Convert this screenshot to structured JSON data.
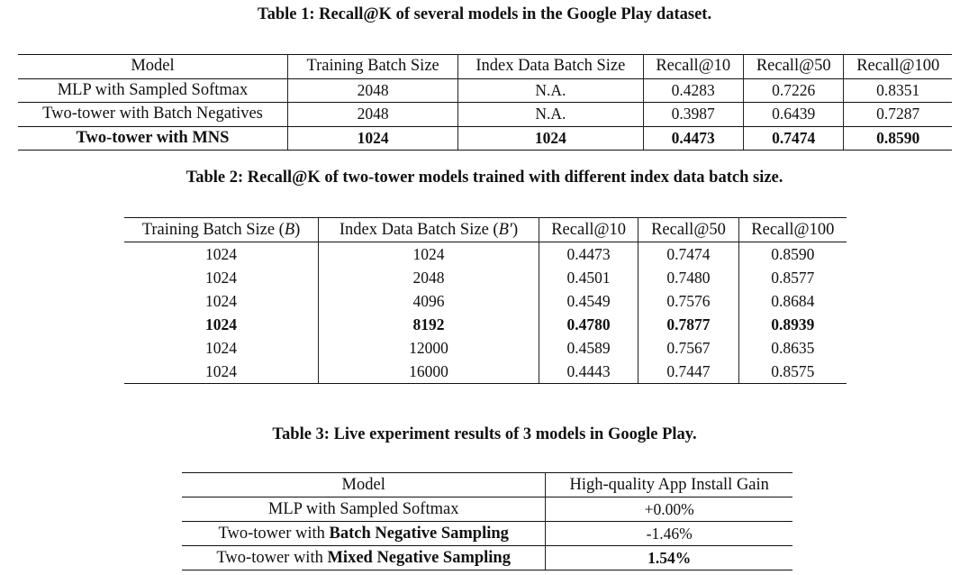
{
  "table1": {
    "caption": "Table 1: Recall@K of several models in the Google Play dataset.",
    "headers": [
      "Model",
      "Training Batch Size",
      "Index Data Batch Size",
      "Recall@10",
      "Recall@50",
      "Recall@100"
    ],
    "rows": [
      [
        "MLP with Sampled Softmax",
        "2048",
        "N.A.",
        "0.4283",
        "0.7226",
        "0.8351"
      ],
      [
        "Two-tower with Batch Negatives",
        "2048",
        "N.A.",
        "0.3987",
        "0.6439",
        "0.7287"
      ],
      [
        "Two-tower with MNS",
        "1024",
        "1024",
        "0.4473",
        "0.7474",
        "0.8590"
      ]
    ]
  },
  "table2": {
    "caption": "Table 2: Recall@K of two-tower models trained with different index data batch size.",
    "headers": {
      "training_prefix": "Training Batch Size (",
      "training_var": "B",
      "training_suffix": ")",
      "index_prefix": "Index Data Batch Size (",
      "index_var": "B′",
      "index_suffix": ")",
      "r10": "Recall@10",
      "r50": "Recall@50",
      "r100": "Recall@100"
    },
    "rows": [
      [
        "1024",
        "1024",
        "0.4473",
        "0.7474",
        "0.8590"
      ],
      [
        "1024",
        "2048",
        "0.4501",
        "0.7480",
        "0.8577"
      ],
      [
        "1024",
        "4096",
        "0.4549",
        "0.7576",
        "0.8684"
      ],
      [
        "1024",
        "8192",
        "0.4780",
        "0.7877",
        "0.8939"
      ],
      [
        "1024",
        "12000",
        "0.4589",
        "0.7567",
        "0.8635"
      ],
      [
        "1024",
        "16000",
        "0.4443",
        "0.7447",
        "0.8575"
      ]
    ]
  },
  "table3": {
    "caption": "Table 3: Live experiment results of 3 models in Google Play.",
    "headers": [
      "Model",
      "High-quality App Install Gain"
    ],
    "rows": [
      {
        "prefix": "MLP with Sampled Softmax",
        "bold": "",
        "gain": "+0.00%"
      },
      {
        "prefix": "Two-tower with ",
        "bold": "Batch Negative Sampling",
        "gain": "-1.46%"
      },
      {
        "prefix": "Two-tower with ",
        "bold": "Mixed Negative Sampling",
        "gain": "1.54%"
      }
    ]
  }
}
